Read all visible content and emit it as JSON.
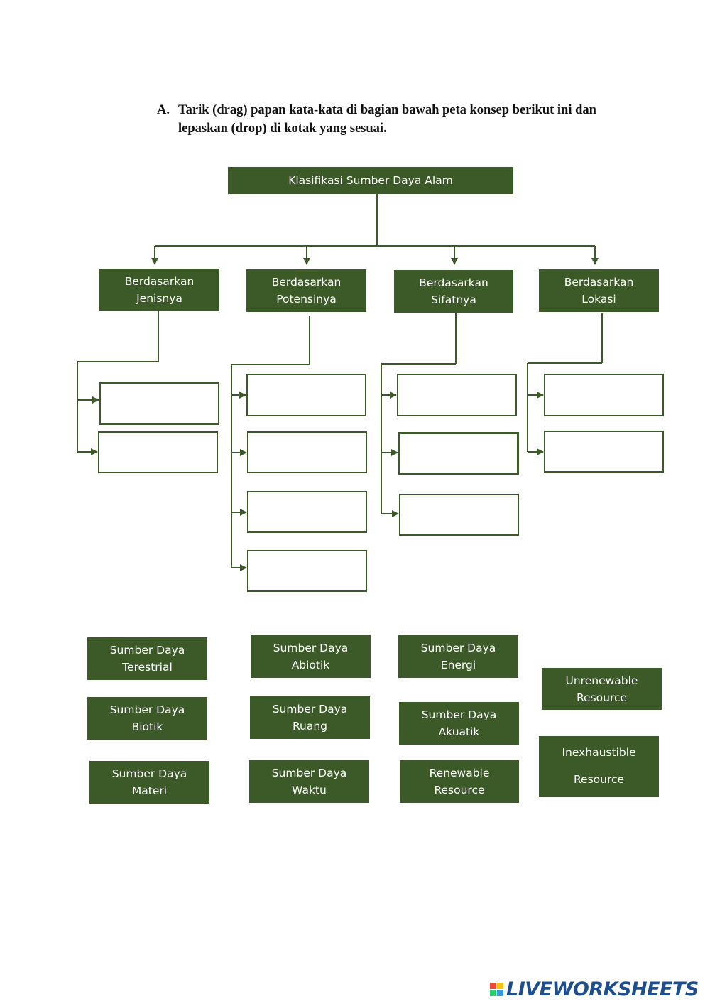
{
  "instruction": {
    "marker": "A.",
    "text": "Tarik (drag) papan kata-kata di bagian bawah peta konsep berikut ini dan lepaskan (drop) di kotak yang sesuai."
  },
  "concept_map": {
    "root": "Klasifikasi Sumber Daya Alam",
    "categories": [
      "Berdasarkan\nJenisnya",
      "Berdasarkan\nPotensinya",
      "Berdasarkan\nSifatnya",
      "Berdasarkan\nLokasi"
    ]
  },
  "word_bank": [
    "Sumber Daya\nTerestrial",
    "Sumber Daya\nAbiotik",
    "Sumber Daya\nEnergi",
    "Unrenewable\nResource",
    "Sumber Daya\nBiotik",
    "Sumber Daya\nRuang",
    "Sumber Daya\nAkuatik",
    "Inexhaustible\n\nResource",
    "Sumber Daya\nMateri",
    "Sumber Daya\nWaktu",
    "Renewable\nResource"
  ],
  "brand": {
    "text": "LIVEWORKSHEETS",
    "icon": "liveworksheets-logo-icon",
    "colors": {
      "box": "#3b5a27",
      "brand": "#1f4e8c"
    }
  }
}
